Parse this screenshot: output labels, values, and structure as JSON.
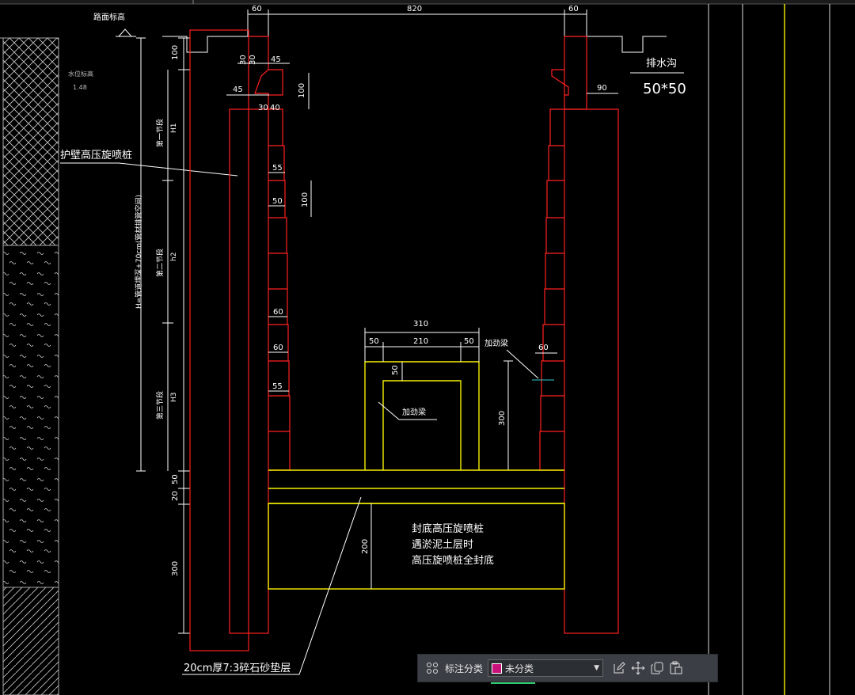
{
  "drawing": {
    "top_dimensions": [
      "60",
      "820",
      "60"
    ],
    "road_elevation_label": "路面标高",
    "water_level_label": "水位标高",
    "water_level_value": "1.48",
    "drainage_label": "排水沟",
    "drainage_size": "50*50",
    "pile_label": "护壁高压旋喷桩",
    "h_formula": "H=管道埋深+70cm(管材排管空间)",
    "segment_1": "第一节段",
    "segment_2": "第二节段",
    "segment_3": "第三节段",
    "h1": "H1",
    "h2": "h2",
    "h3": "H3",
    "left_dims": [
      "100",
      "50",
      "20",
      "300"
    ],
    "wall_dims": [
      "30",
      "30",
      "45",
      "45",
      "100",
      "30",
      "40",
      "55",
      "50",
      "100",
      "60",
      "60",
      "55"
    ],
    "right_dims": [
      "90",
      "60",
      "300"
    ],
    "beam_dims": [
      "310",
      "50",
      "210",
      "50",
      "50"
    ],
    "stiffener_label": "加劲梁",
    "stiffener_label_2": "加劲梁",
    "bottom_dim": "200",
    "seal_note": [
      "封底高压旋喷桩",
      "遇淤泥土层时",
      "高压旋喷桩全封底"
    ],
    "gravel_label": "20cm厚7:3碎石砂垫层"
  },
  "toolbar": {
    "label": "标注分类",
    "selected_value": "未分类",
    "swatch_color": "#c8127a",
    "icons": [
      "grid-icon",
      "edit-icon",
      "move-icon",
      "copy-icon",
      "paste-icon"
    ]
  }
}
